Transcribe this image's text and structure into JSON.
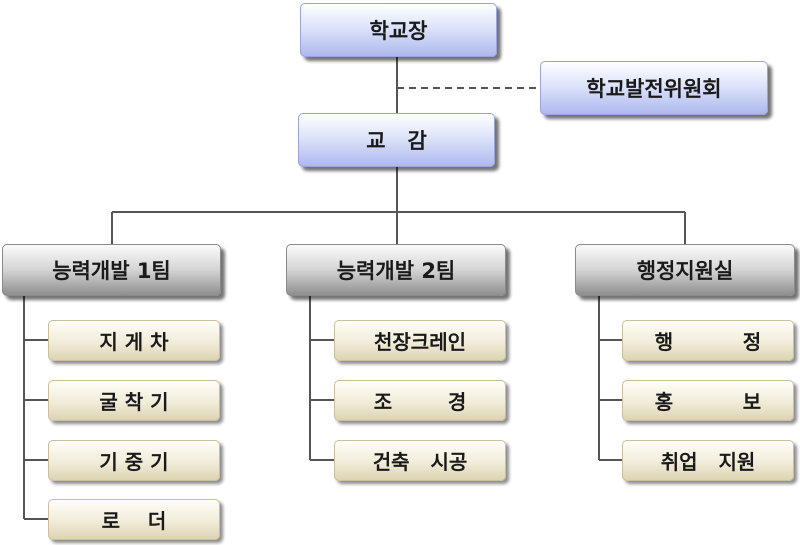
{
  "top": {
    "principal": "학교장",
    "committee": "학교발전위원회",
    "vice_principal": "교   감"
  },
  "teams": [
    {
      "label": "능력개발 1팀",
      "items": [
        "지 게 차",
        "굴 착 기",
        "기 중 기",
        "로    더"
      ]
    },
    {
      "label": "능력개발 2팀",
      "items": [
        "천장크레인",
        "조        경",
        "건축   시공"
      ]
    },
    {
      "label": "행정지원실",
      "items": [
        "행          정",
        "홍          보",
        "취업   지원"
      ]
    }
  ]
}
